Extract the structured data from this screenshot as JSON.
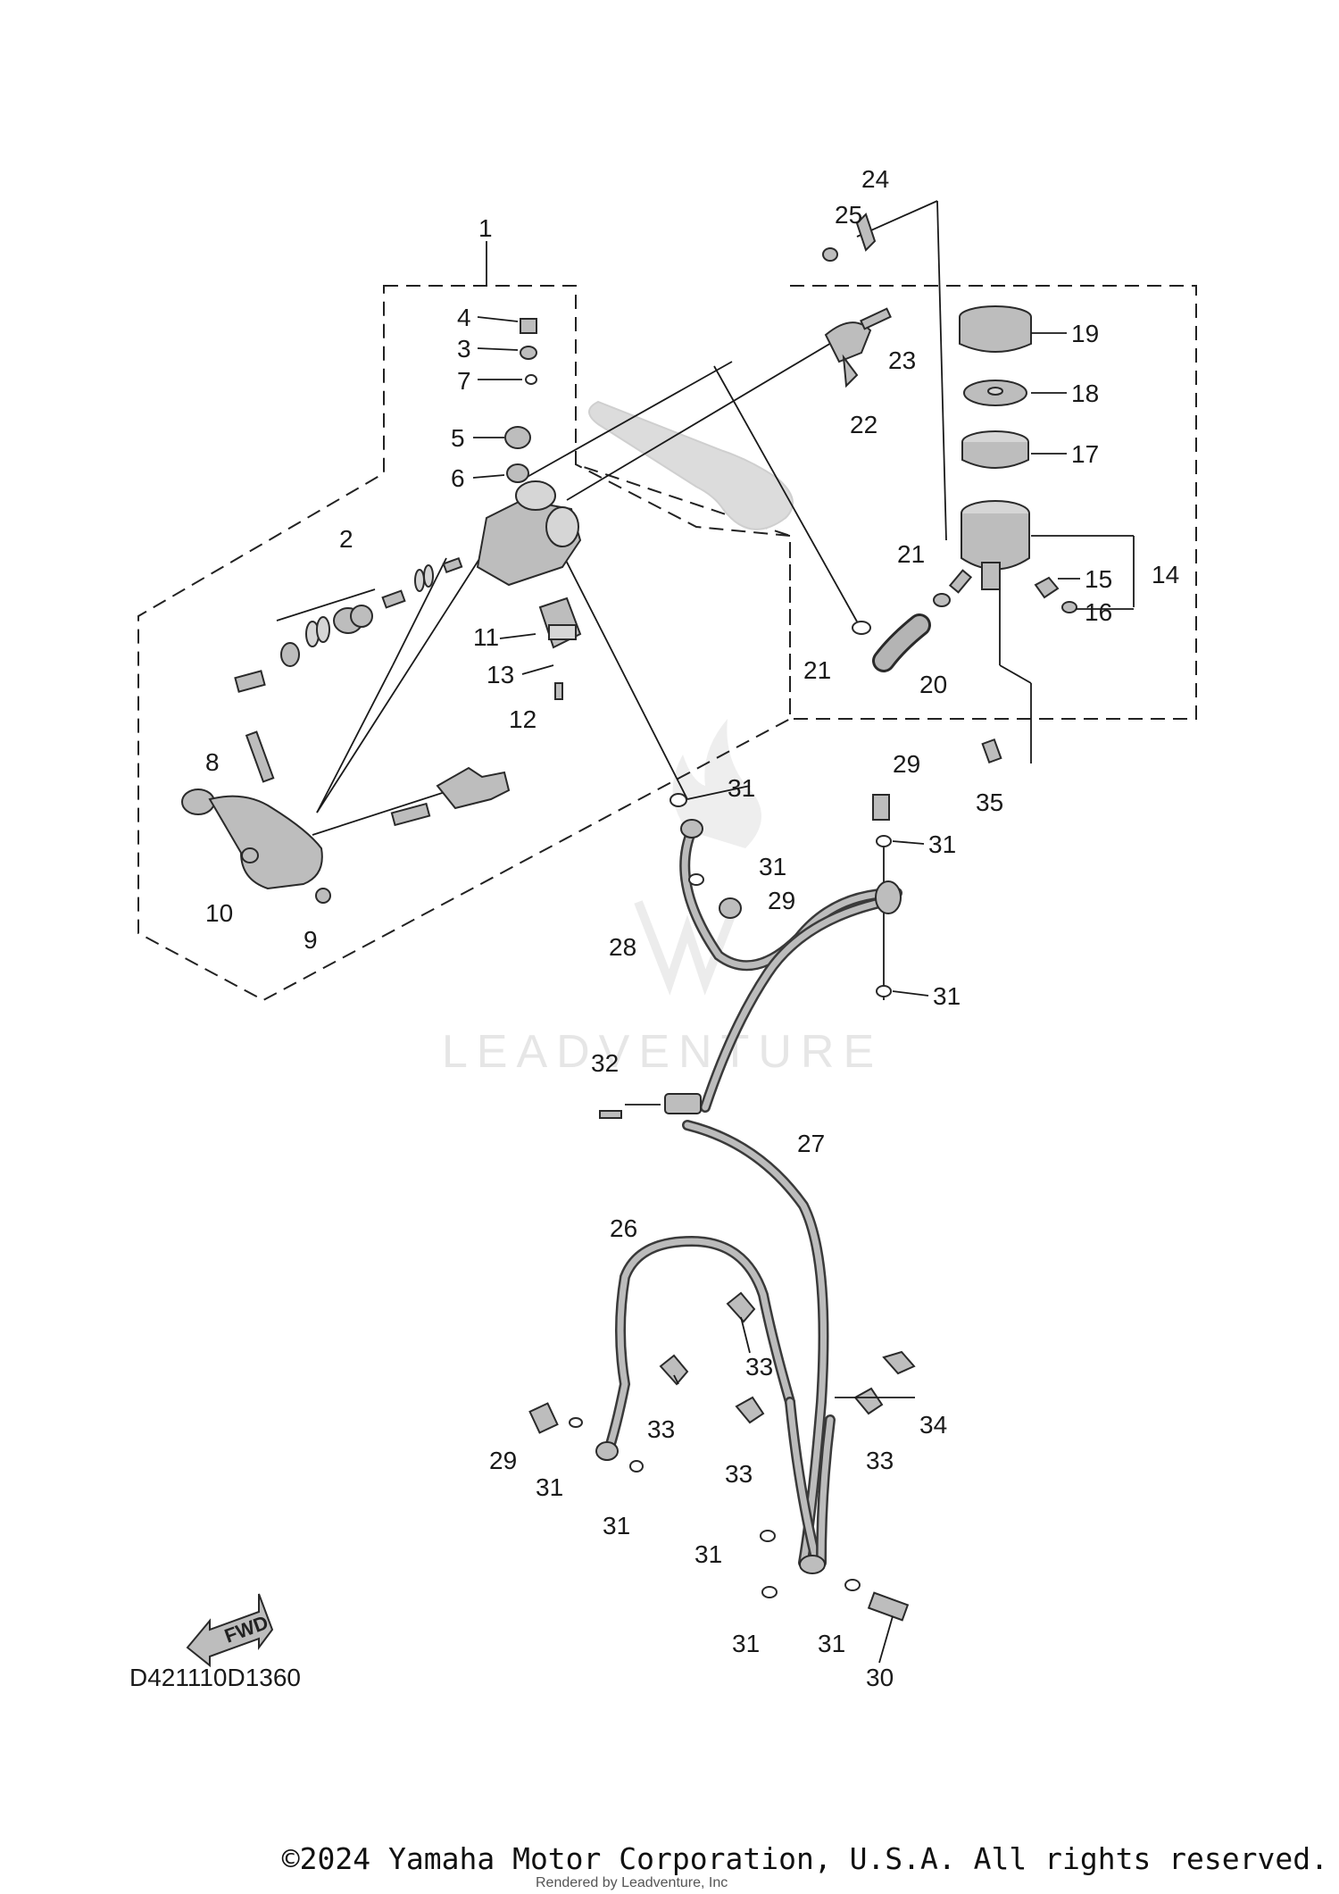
{
  "diagram": {
    "code": "D421110D1360",
    "fwd_label": "FWD",
    "watermark": "LEADVENTURE",
    "copyright": "©2024 Yamaha Motor Corporation, U.S.A. All rights reserved.",
    "rendered_by": "Rendered by Leadventure, Inc",
    "callouts": {
      "c1": "1",
      "c2": "2",
      "c3": "3",
      "c4": "4",
      "c5": "5",
      "c6": "6",
      "c7": "7",
      "c8": "8",
      "c9": "9",
      "c10": "10",
      "c11": "11",
      "c12": "12",
      "c13": "13",
      "c14": "14",
      "c15": "15",
      "c16": "16",
      "c17": "17",
      "c18": "18",
      "c19": "19",
      "c20": "20",
      "c21a": "21",
      "c21b": "21",
      "c22": "22",
      "c23": "23",
      "c24": "24",
      "c25": "25",
      "c26": "26",
      "c27": "27",
      "c28": "28",
      "c29a": "29",
      "c29b": "29",
      "c29c": "29",
      "c30": "30",
      "c31a": "31",
      "c31b": "31",
      "c31c": "31",
      "c31d": "31",
      "c31e": "31",
      "c31f": "31",
      "c31g": "31",
      "c31h": "31",
      "c31i": "31",
      "c32": "32",
      "c33a": "33",
      "c33b": "33",
      "c33c": "33",
      "c33d": "33",
      "c34": "34",
      "c35": "35"
    }
  }
}
